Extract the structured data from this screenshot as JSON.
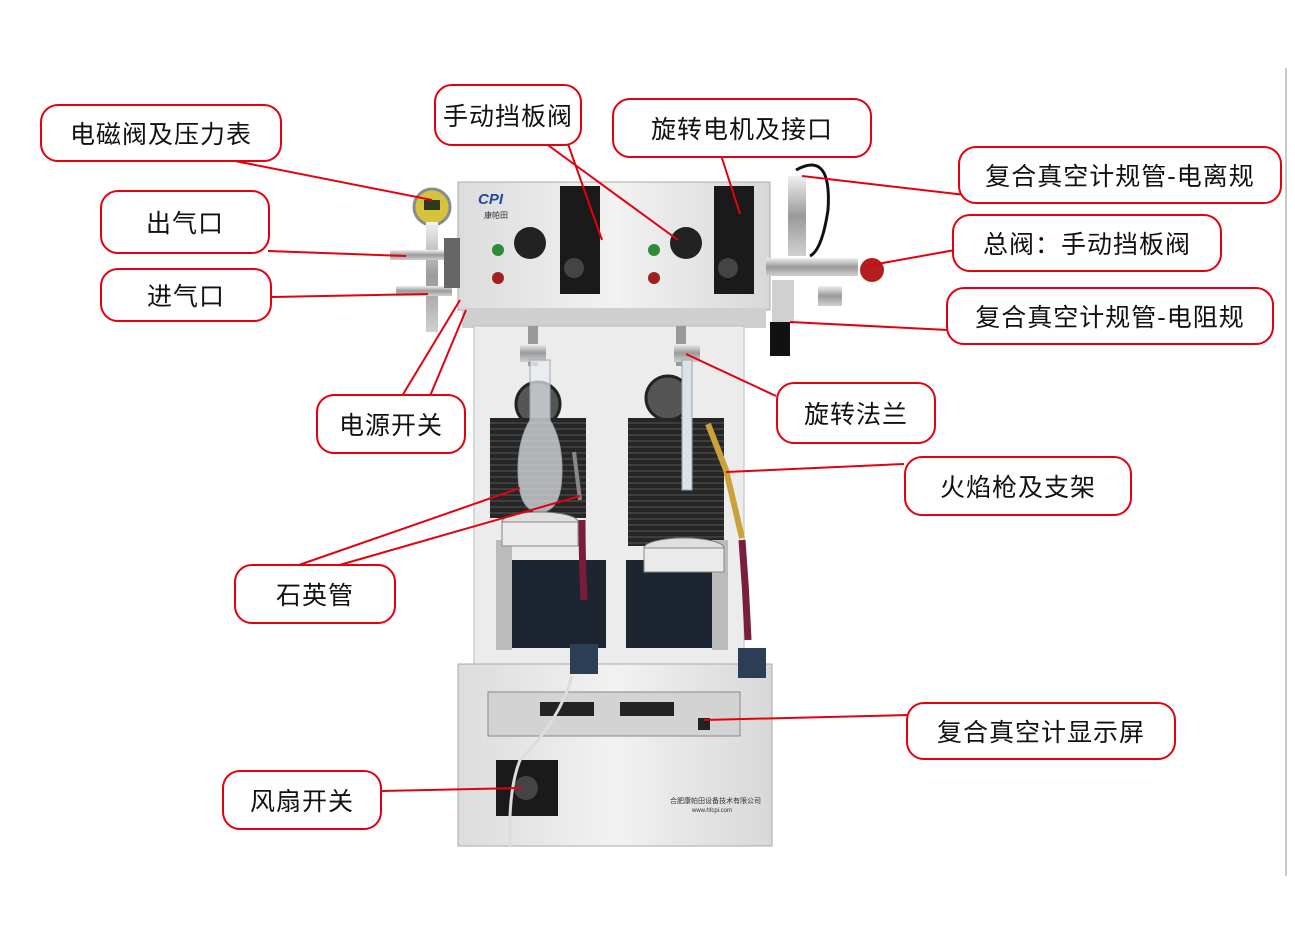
{
  "labels": {
    "solenoid_valve_gauge": "电磁阀及压力表",
    "gas_outlet": "出气口",
    "gas_inlet": "进气口",
    "power_switch": "电源开关",
    "manual_gate_valve": "手动挡板阀",
    "rotary_motor_interface": "旋转电机及接口",
    "ionization_gauge": "复合真空计规管-电离规",
    "main_valve": "总阀：手动挡板阀",
    "resistance_gauge": "复合真空计规管-电阻规",
    "rotary_flange": "旋转法兰",
    "flame_gun_bracket": "火焰枪及支架",
    "quartz_tube": "石英管",
    "vacuum_display": "复合真空计显示屏",
    "fan_switch": "风扇开关"
  },
  "device": {
    "logo": "CPI",
    "logo_sub": "康帕田",
    "company": "合肥康帕田设备技术有限公司",
    "website": "www.hfcpi.com"
  },
  "colors": {
    "callout_border": "#e3000f",
    "leader_line": "#e3000f"
  }
}
